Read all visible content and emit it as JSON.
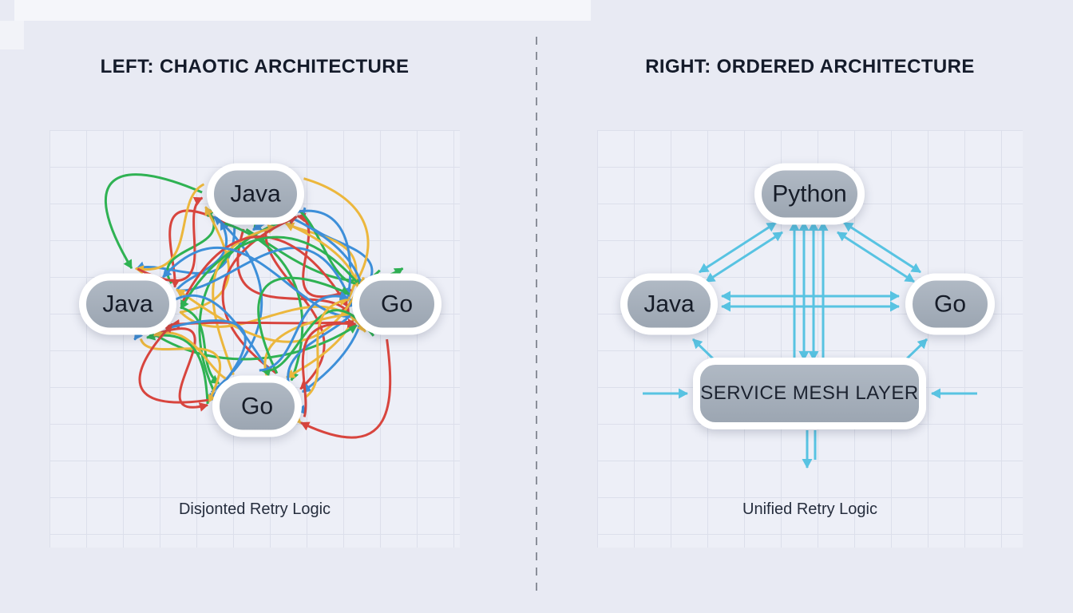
{
  "colors": {
    "background": "#e8eaf3",
    "panel_background": "#edeff7",
    "grid_line": "#dcdfeb",
    "node_fill": "#a6afbb",
    "node_ring": "#ffffff",
    "divider": "#8a8f99",
    "title_text": "#141b2a"
  },
  "left_panel": {
    "title": "LEFT: CHAOTIC ARCHITECTURE",
    "caption": "Disjonted Retry Logic",
    "nodes": [
      {
        "id": "java-top",
        "label": "Java"
      },
      {
        "id": "java-left",
        "label": "Java"
      },
      {
        "id": "go-right",
        "label": "Go"
      },
      {
        "id": "go-bottom",
        "label": "Go"
      }
    ],
    "edge_colors": {
      "red": "#d8453e",
      "green": "#2fb253",
      "blue": "#3d8fd9",
      "yellow": "#ecb73d"
    },
    "edges": [
      {
        "from": 0,
        "to": 1,
        "color": "red"
      },
      {
        "from": 0,
        "to": 1,
        "color": "green"
      },
      {
        "from": 0,
        "to": 1,
        "color": "blue"
      },
      {
        "from": 0,
        "to": 1,
        "color": "yellow"
      },
      {
        "from": 1,
        "to": 0,
        "color": "green"
      },
      {
        "from": 1,
        "to": 0,
        "color": "blue"
      },
      {
        "from": 1,
        "to": 0,
        "color": "yellow"
      },
      {
        "from": 1,
        "to": 0,
        "color": "red"
      },
      {
        "from": 0,
        "to": 2,
        "color": "blue"
      },
      {
        "from": 0,
        "to": 2,
        "color": "yellow"
      },
      {
        "from": 0,
        "to": 2,
        "color": "red"
      },
      {
        "from": 0,
        "to": 2,
        "color": "green"
      },
      {
        "from": 2,
        "to": 0,
        "color": "yellow"
      },
      {
        "from": 2,
        "to": 0,
        "color": "red"
      },
      {
        "from": 2,
        "to": 0,
        "color": "green"
      },
      {
        "from": 2,
        "to": 0,
        "color": "blue"
      },
      {
        "from": 0,
        "to": 3,
        "color": "red"
      },
      {
        "from": 0,
        "to": 3,
        "color": "green"
      },
      {
        "from": 0,
        "to": 3,
        "color": "blue"
      },
      {
        "from": 0,
        "to": 3,
        "color": "yellow"
      },
      {
        "from": 3,
        "to": 0,
        "color": "green"
      },
      {
        "from": 3,
        "to": 0,
        "color": "blue"
      },
      {
        "from": 3,
        "to": 0,
        "color": "yellow"
      },
      {
        "from": 3,
        "to": 0,
        "color": "red"
      },
      {
        "from": 1,
        "to": 2,
        "color": "blue"
      },
      {
        "from": 1,
        "to": 2,
        "color": "yellow"
      },
      {
        "from": 1,
        "to": 2,
        "color": "red"
      },
      {
        "from": 1,
        "to": 2,
        "color": "green"
      },
      {
        "from": 2,
        "to": 1,
        "color": "yellow"
      },
      {
        "from": 2,
        "to": 1,
        "color": "red"
      },
      {
        "from": 2,
        "to": 1,
        "color": "green"
      },
      {
        "from": 2,
        "to": 1,
        "color": "blue"
      },
      {
        "from": 1,
        "to": 3,
        "color": "red"
      },
      {
        "from": 1,
        "to": 3,
        "color": "green"
      },
      {
        "from": 1,
        "to": 3,
        "color": "blue"
      },
      {
        "from": 1,
        "to": 3,
        "color": "yellow"
      },
      {
        "from": 3,
        "to": 1,
        "color": "green"
      },
      {
        "from": 3,
        "to": 1,
        "color": "blue"
      },
      {
        "from": 3,
        "to": 1,
        "color": "yellow"
      },
      {
        "from": 3,
        "to": 1,
        "color": "red"
      },
      {
        "from": 2,
        "to": 3,
        "color": "blue"
      },
      {
        "from": 2,
        "to": 3,
        "color": "yellow"
      },
      {
        "from": 2,
        "to": 3,
        "color": "red"
      },
      {
        "from": 2,
        "to": 3,
        "color": "green"
      },
      {
        "from": 3,
        "to": 2,
        "color": "yellow"
      },
      {
        "from": 3,
        "to": 2,
        "color": "red"
      },
      {
        "from": 3,
        "to": 2,
        "color": "green"
      },
      {
        "from": 3,
        "to": 2,
        "color": "blue"
      }
    ]
  },
  "right_panel": {
    "title": "RIGHT: ORDERED ARCHITECTURE",
    "caption": "Unified Retry Logic",
    "nodes": [
      {
        "id": "python",
        "label": "Python"
      },
      {
        "id": "java",
        "label": "Java"
      },
      {
        "id": "go",
        "label": "Go"
      }
    ],
    "mesh": {
      "label": "SERVICE MESH LAYER"
    },
    "arrow_color": "#58c3e2"
  }
}
